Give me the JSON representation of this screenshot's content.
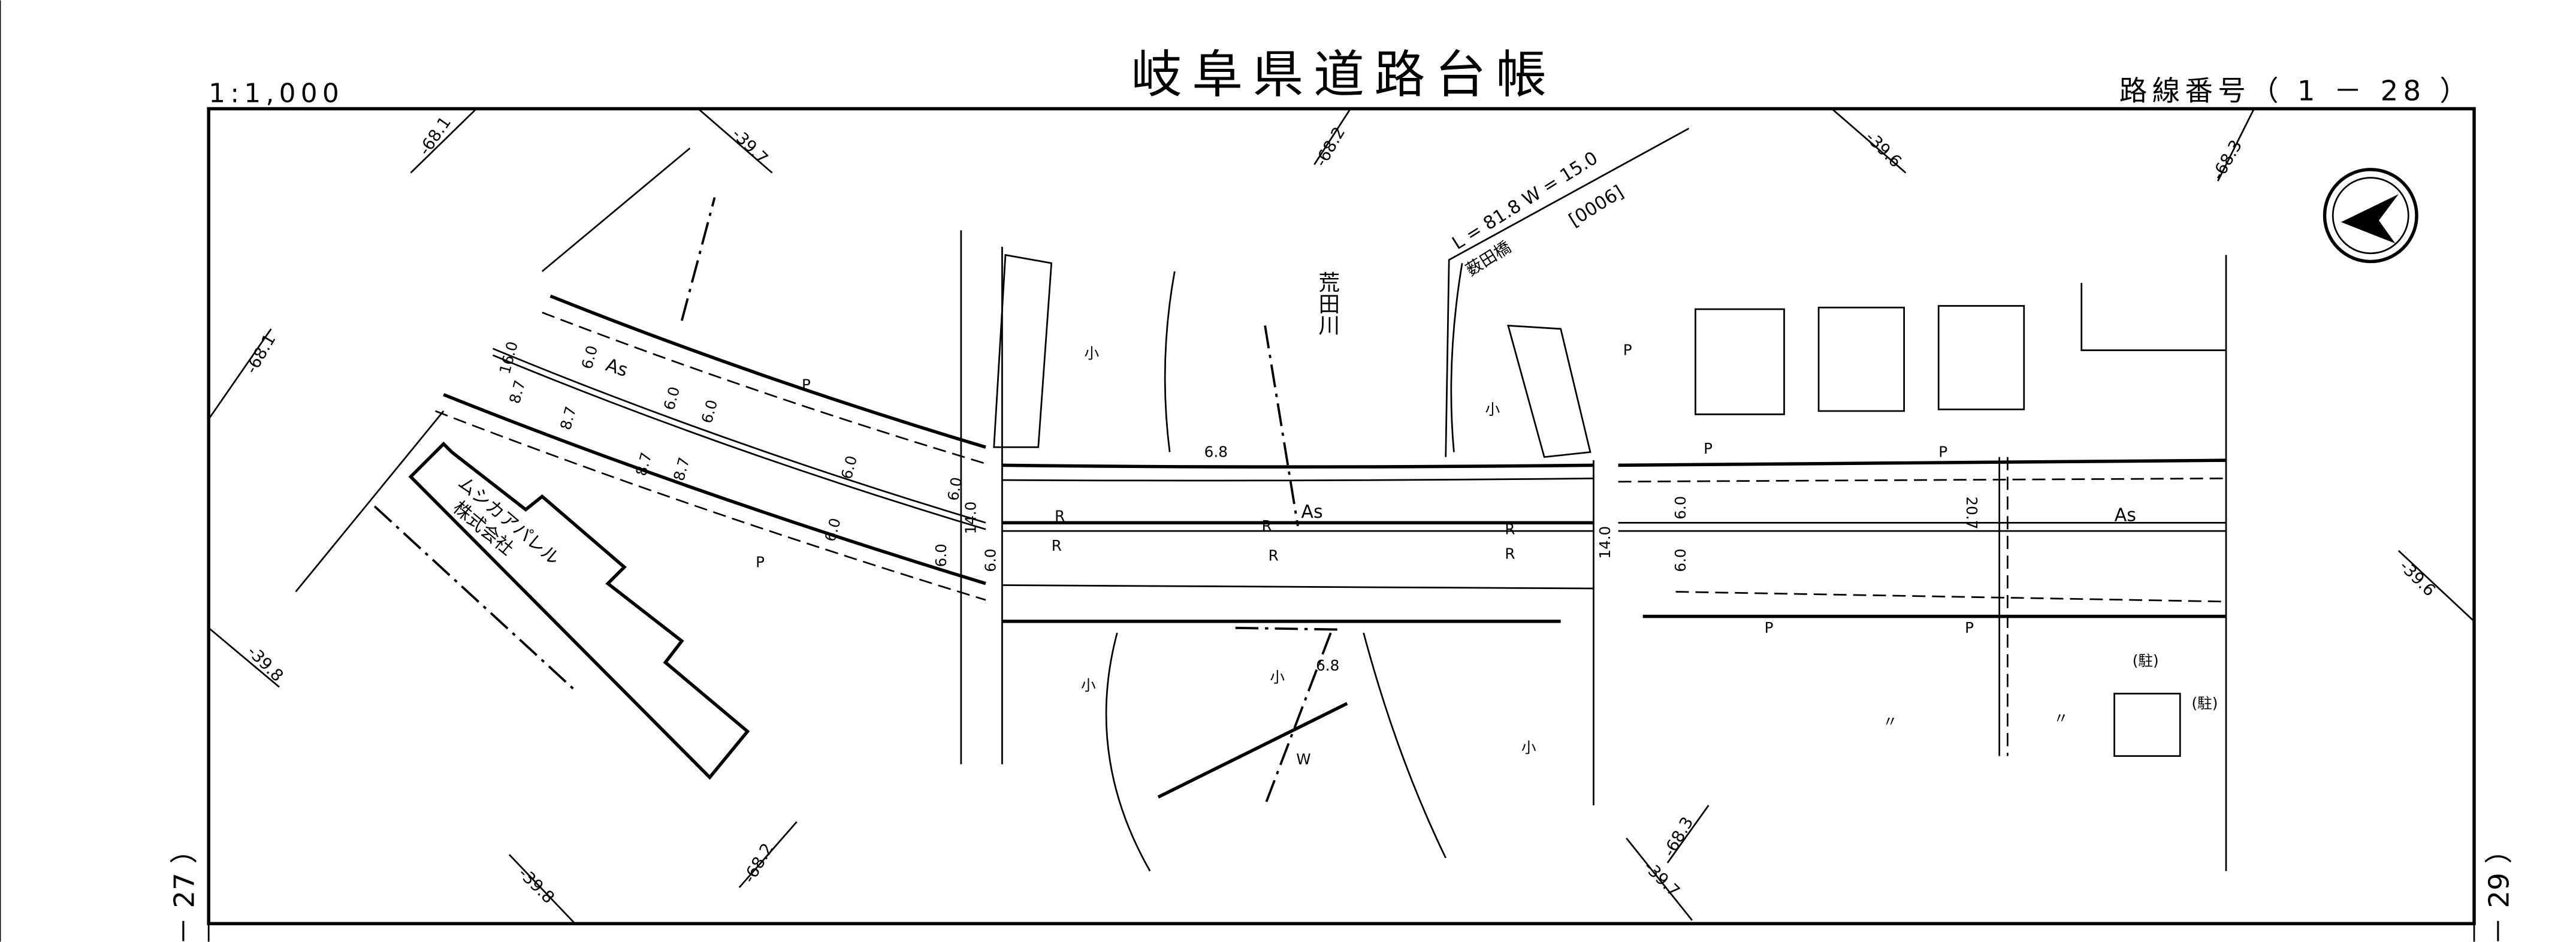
{
  "header": {
    "title": "岐阜県道路台帳",
    "scale": "1:1,000",
    "route_number": "路線番号（ 1 － 28 ）"
  },
  "adjacent_sheets": {
    "left": "－ 27 ）",
    "right": "－ 29 ）"
  },
  "coordinates": [
    "-68.1",
    "-39.7",
    "-68.2",
    "-39.6",
    "-68.3",
    "-68.1",
    "-39.8",
    "-68.2",
    "-39.8",
    "-68.3",
    "-39.7",
    "-39.6"
  ],
  "river": {
    "name": "荒田川",
    "elevation_upper": "6.8",
    "elevation_lower": "6.8",
    "marker": "W"
  },
  "bridge": {
    "dimensions": "L = 81.8  W = 15.0",
    "name": "薮田橋",
    "code": "[0006]"
  },
  "buildings": {
    "company": "ムシカアパレル",
    "company_suffix": "株式会社",
    "parking_1": "(駐)",
    "parking_2": "(駐)"
  },
  "road": {
    "surface": "As",
    "dims": [
      "16.0",
      "8.7",
      "6.0",
      "6.0",
      "6.0",
      "8.7",
      "8.7",
      "8.7",
      "6.0",
      "6.0",
      "6.0",
      "14.0",
      "6.0",
      "6.0",
      "14.0",
      "6.0",
      "6.0",
      "20.7"
    ],
    "marks": {
      "R": "R",
      "P": "P",
      "sho": "小",
      "field": "〃"
    }
  },
  "colors": {
    "ink": "#000000",
    "paper": "#ffffff"
  }
}
